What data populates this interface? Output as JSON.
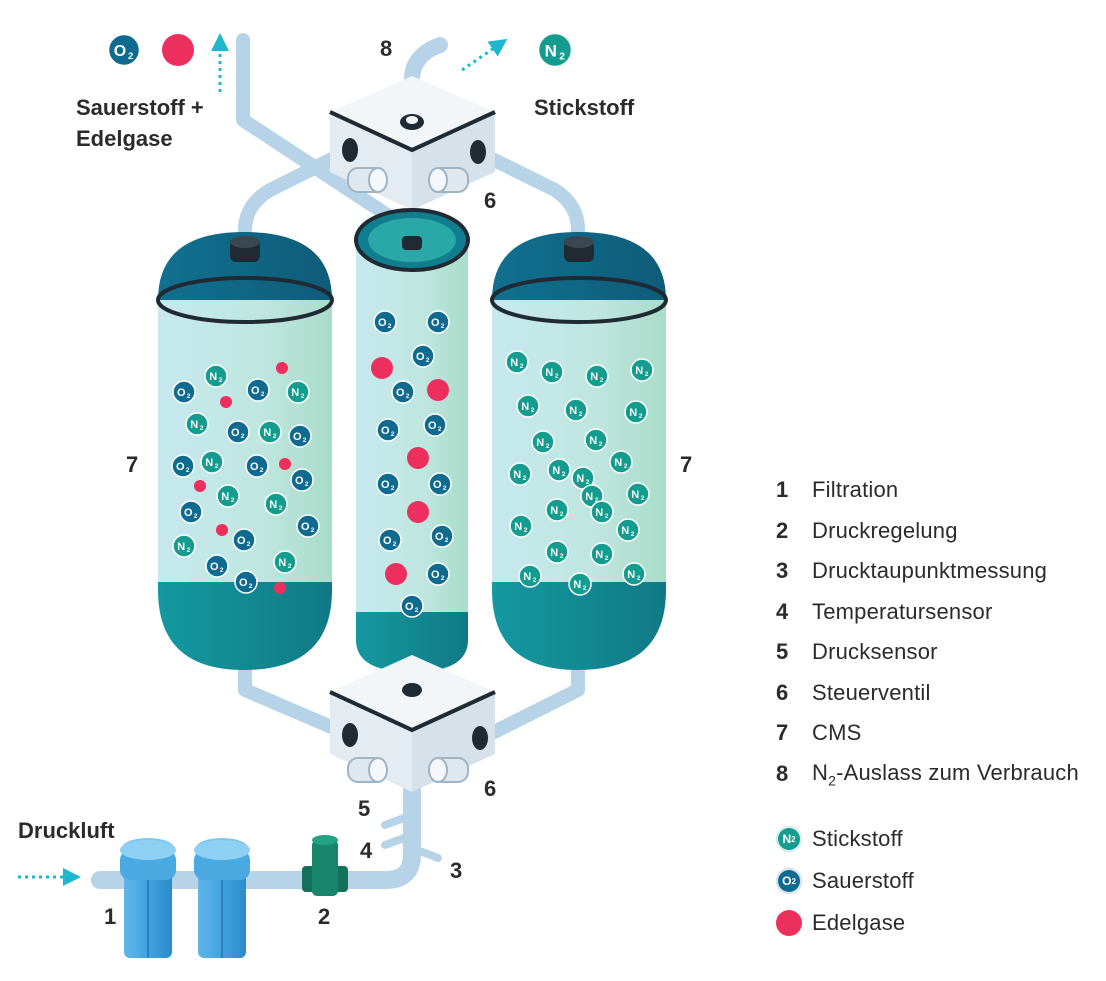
{
  "labels": {
    "o2_plus": "Sauerstoff +",
    "edelgase_top": "Edelgase",
    "stickstoff_top": "Stickstoff",
    "druckluft": "Druckluft",
    "n1": "1",
    "n2": "2",
    "n3": "3",
    "n4": "4",
    "n5": "5",
    "n6a": "6",
    "n6b": "6",
    "n7a": "7",
    "n7b": "7",
    "n8": "8"
  },
  "molecules": {
    "o2": "O",
    "n2": "N",
    "sub": "2"
  },
  "legend": {
    "items": [
      {
        "num": "1",
        "text": "Filtration"
      },
      {
        "num": "2",
        "text": "Druckregelung"
      },
      {
        "num": "3",
        "text": "Drucktaupunktmessung"
      },
      {
        "num": "4",
        "text": "Temperatursensor"
      },
      {
        "num": "5",
        "text": "Drucksensor"
      },
      {
        "num": "6",
        "text": "Steuerventil"
      },
      {
        "num": "7",
        "text": "CMS"
      },
      {
        "num": "8",
        "text_pre": "N",
        "text_sub": "2",
        "text_post": "-Auslass zum Verbrauch"
      }
    ],
    "key": [
      {
        "type": "n2",
        "text": "Stickstoff"
      },
      {
        "type": "o2",
        "text": "Sauerstoff"
      },
      {
        "type": "eg",
        "text": "Edelgase"
      }
    ]
  },
  "colors": {
    "n2": "#149c8f",
    "o2": "#0e6b8f",
    "edelgase": "#ec2f5d",
    "pipe": "#b7d3e8",
    "tank_cap": "#0f6d8c",
    "tank_body": "#bfe6e3",
    "arrow": "#1fb6cf"
  }
}
